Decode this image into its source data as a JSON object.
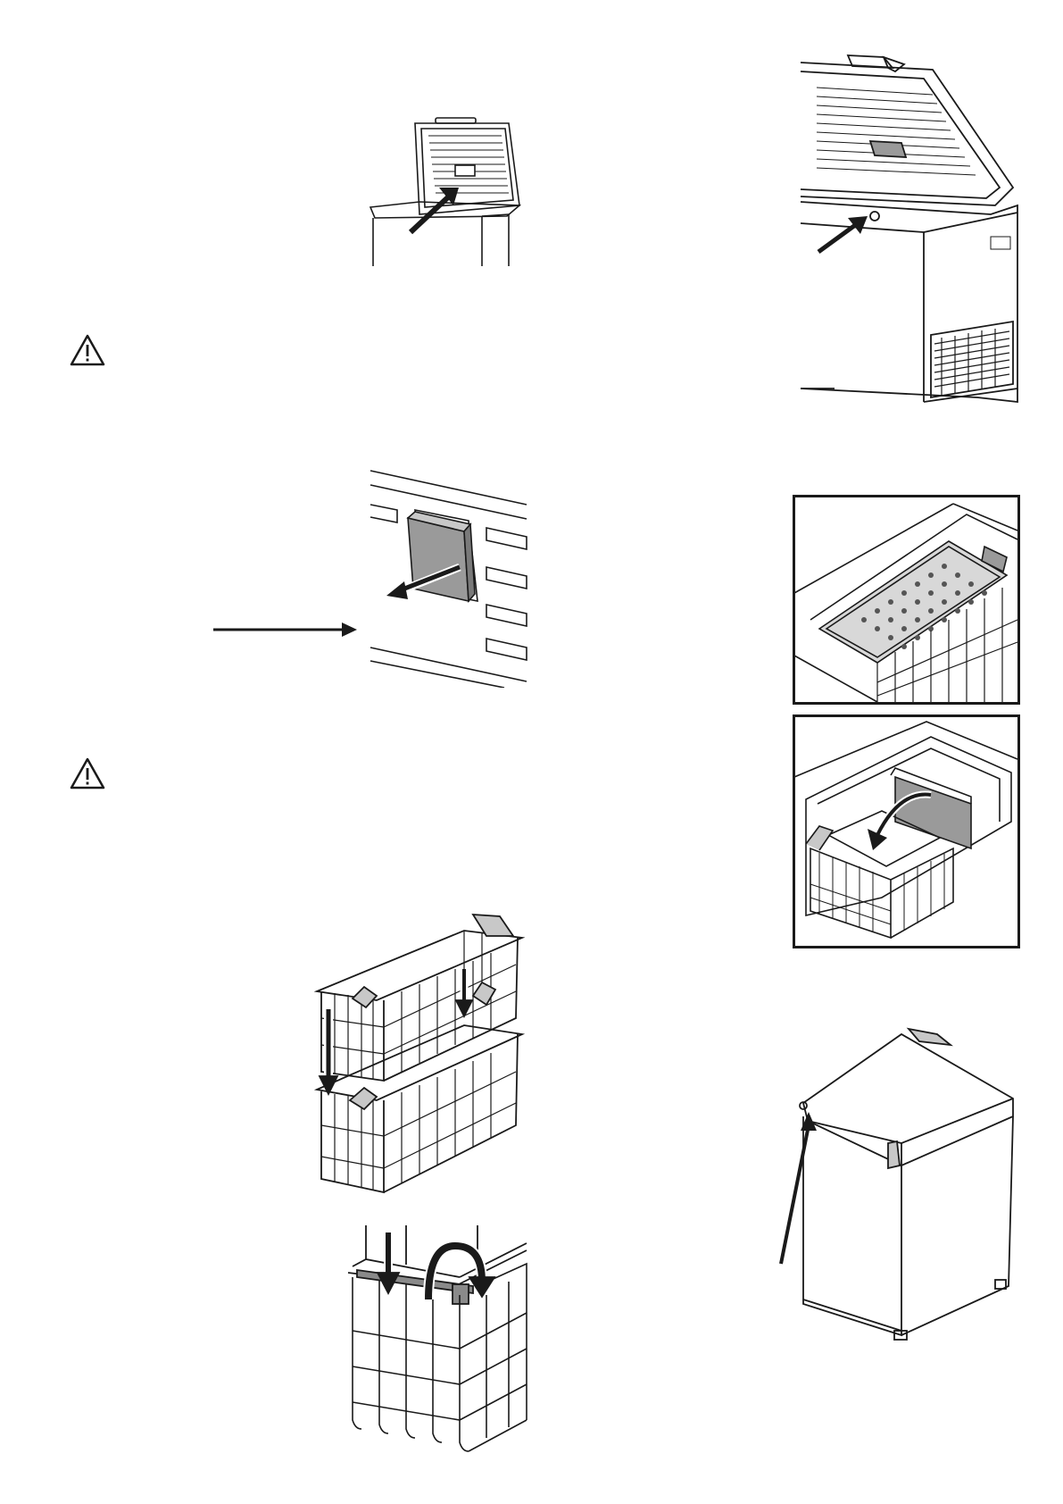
{
  "page": {
    "illustrations": [
      {
        "name": "freezer-lid-open-panel-arrow"
      },
      {
        "name": "freezer-chest-thermostat-arrow"
      },
      {
        "name": "lid-panel-pull-out"
      },
      {
        "name": "freezer-top-basket-with-plate"
      },
      {
        "name": "freezer-divider-flip"
      },
      {
        "name": "baskets-stacking"
      },
      {
        "name": "basket-handle-rotate"
      },
      {
        "name": "freezer-closed-side-arrow"
      }
    ],
    "icons": [
      "warning-icon",
      "warning-icon"
    ],
    "colors": {
      "ink": "#1a1a1a",
      "panel_gray": "#9a9a9a",
      "light_gray": "#c8c8c8"
    }
  }
}
